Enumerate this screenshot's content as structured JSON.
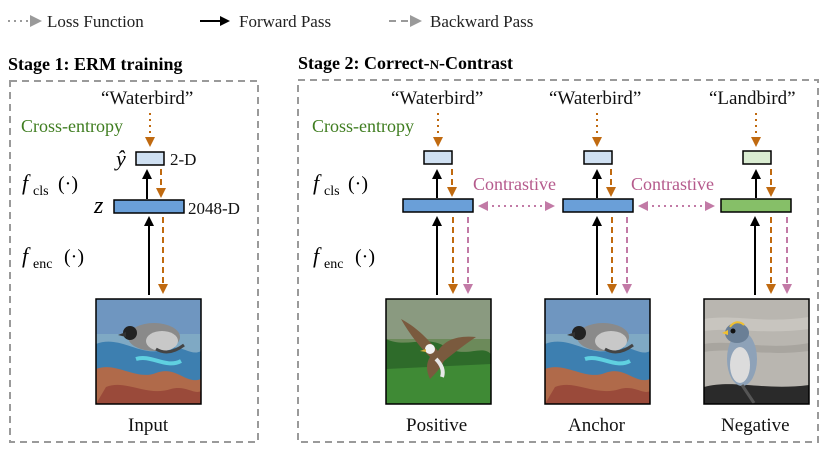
{
  "legend": {
    "loss": "Loss Function",
    "forward": "Forward Pass",
    "backward": "Backward Pass"
  },
  "stage1": {
    "title": "Stage 1: ERM training",
    "label_top": "“Waterbird”",
    "loss": "Cross-entropy",
    "yhat": "ŷ",
    "yhat_dim": "2-D",
    "z": "z",
    "z_dim": "2048-D",
    "f_cls": "f",
    "f_cls_sub": "cls",
    "f_cls_arg": "(·)",
    "f_enc": "f",
    "f_enc_sub": "enc",
    "f_enc_arg": "(·)",
    "image_caption": "Input"
  },
  "stage2": {
    "title_prefix": "Stage 2: Correct-",
    "title_n": "N",
    "title_suffix": "-Contrast",
    "loss": "Cross-entropy",
    "contrastive_left": "Contrastive",
    "contrastive_right": "Contrastive",
    "f_cls": "f",
    "f_cls_sub": "cls",
    "f_cls_arg": "(·)",
    "f_enc": "f",
    "f_enc_sub": "enc",
    "f_enc_arg": "(·)",
    "columns": [
      {
        "label_top": "“Waterbird”",
        "caption": "Positive"
      },
      {
        "label_top": "“Waterbird”",
        "caption": "Anchor"
      },
      {
        "label_top": "“Landbird”",
        "caption": "Negative"
      }
    ]
  },
  "colors": {
    "blue_box": "#6a9fd8",
    "light_blue_box": "#cfe0f2",
    "green_box": "#86bf68",
    "light_green_box": "#d9ecd1",
    "orange_dash": "#c06a10",
    "pink_dash": "#c27aa6",
    "gray_dash": "#9a9a9a",
    "green_text": "#3f7d20",
    "pink_text": "#b55a8c"
  }
}
